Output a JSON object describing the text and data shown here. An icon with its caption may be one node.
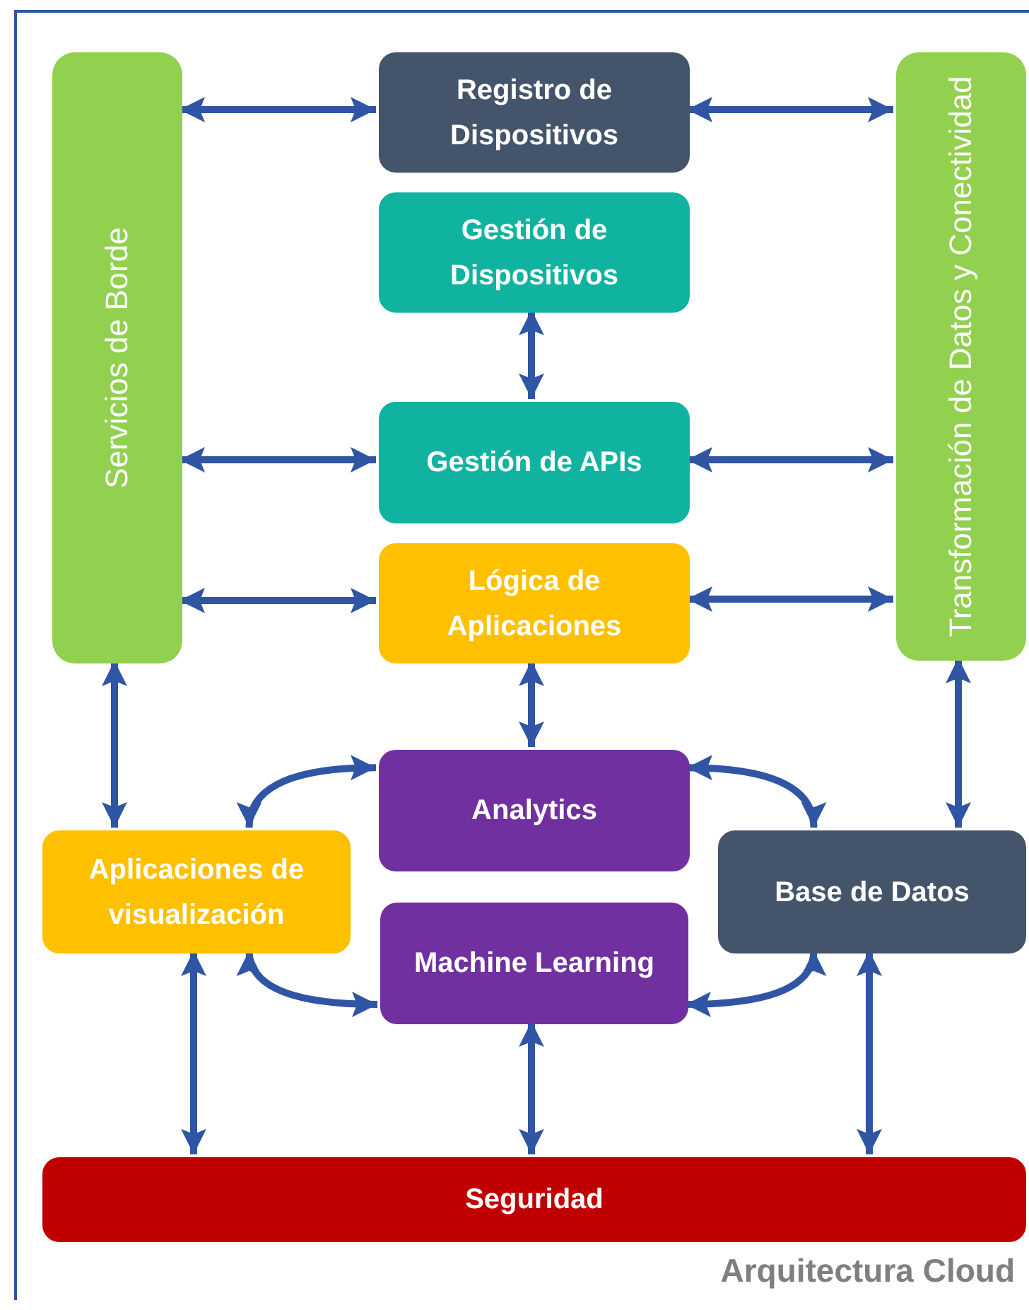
{
  "diagram": {
    "nodes": [
      {
        "text": [
          "Arquitectura Cloud"
        ]
      },
      {
        "text": [
          "Servicios de Borde"
        ],
        "in": 0
      },
      {
        "text": [
          "Registro de Dispositivos"
        ],
        "in": 0
      },
      {
        "text": [
          "Gestión de Dispositivos"
        ],
        "in": 0
      },
      {
        "text": [
          "Transformación de Datos y Conectividad"
        ],
        "in": 0
      },
      {
        "text": [
          "Gestión de APIs"
        ],
        "in": 0
      },
      {
        "text": [
          "Lógica de Aplicaciones"
        ],
        "in": 0
      },
      {
        "text": [
          "Analytics"
        ],
        "in": 0
      },
      {
        "text": [
          "Aplicaciones de visualización"
        ],
        "in": 0
      },
      {
        "text": [
          "Base de Datos"
        ],
        "in": 0
      },
      {
        "text": [
          "Machine Learning"
        ],
        "in": 0
      },
      {
        "text": [
          "Seguridad"
        ],
        "in": 0
      }
    ],
    "edges": [
      {
        "from": 1,
        "to": 2,
        "arrow": "both"
      },
      {
        "from": 2,
        "to": 4,
        "arrow": "both"
      },
      {
        "from": 3,
        "to": 5,
        "arrow": "both"
      },
      {
        "from": 1,
        "to": 5,
        "arrow": "both"
      },
      {
        "from": 5,
        "to": 4,
        "arrow": "both"
      },
      {
        "from": 1,
        "to": 6,
        "arrow": "both"
      },
      {
        "from": 6,
        "to": 4,
        "arrow": "both"
      },
      {
        "from": 6,
        "to": 7,
        "arrow": "both"
      },
      {
        "from": 1,
        "to": 8,
        "arrow": "both"
      },
      {
        "from": 4,
        "to": 9,
        "arrow": "both"
      },
      {
        "from": 7,
        "to": 8,
        "arrow": "both"
      },
      {
        "from": 7,
        "to": 9,
        "arrow": "both"
      },
      {
        "from": 8,
        "to": 10,
        "arrow": "both"
      },
      {
        "from": 9,
        "to": 10,
        "arrow": "both"
      },
      {
        "from": 8,
        "to": 11,
        "arrow": "both"
      },
      {
        "from": 10,
        "to": 11,
        "arrow": "both"
      },
      {
        "from": 9,
        "to": 11,
        "arrow": "both"
      }
    ]
  }
}
